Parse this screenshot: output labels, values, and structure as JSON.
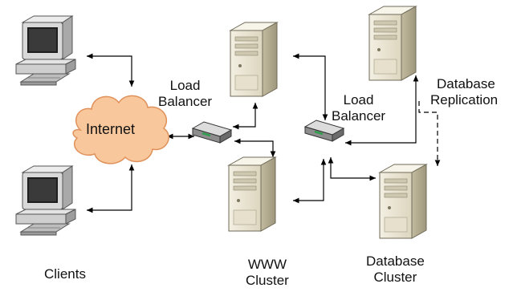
{
  "nodes": {
    "internet": "Internet",
    "lb_left": [
      "Load",
      "Balancer"
    ],
    "lb_right": [
      "Load",
      "Balancer"
    ],
    "replication": [
      "Database",
      "Replication"
    ],
    "clients": "Clients",
    "www_cluster": [
      "WWW",
      "Cluster"
    ],
    "db_cluster": [
      "Database",
      "Cluster"
    ]
  },
  "icons": {
    "client": "desktop-computer-icon",
    "server": "tower-server-icon",
    "balancer": "network-switch-icon",
    "cloud": "cloud-icon"
  },
  "colors": {
    "cloud_fill": "#f8c79c",
    "cloud_stroke": "#e0915a",
    "server_body": "#e9e4d4",
    "server_dark": "#b5ae95",
    "monitor": "#c9c9c9",
    "line": "#000000"
  }
}
